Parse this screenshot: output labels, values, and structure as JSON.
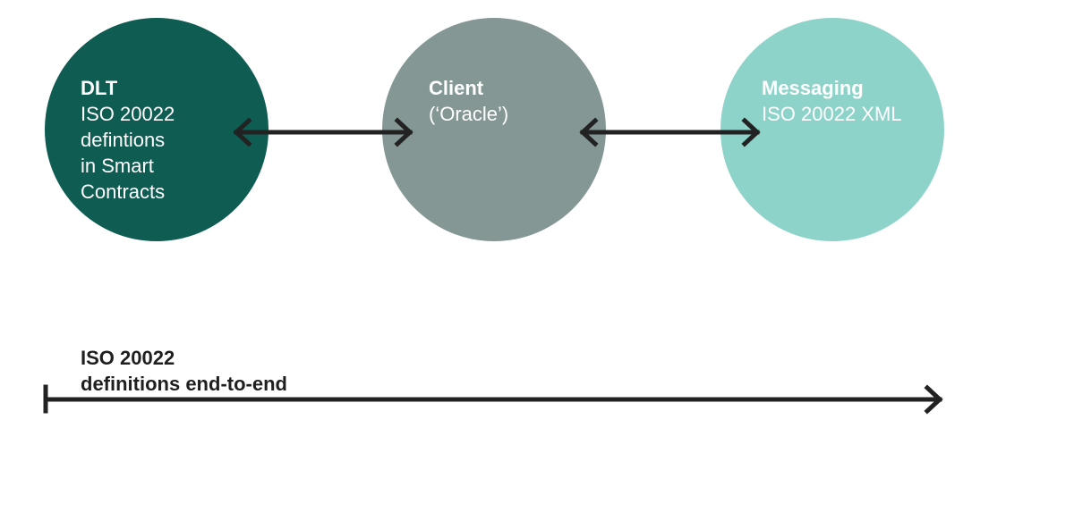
{
  "nodes": [
    {
      "heading": "DLT",
      "lines": [
        "ISO 20022",
        "defintions",
        "in Smart",
        "Contracts"
      ],
      "color": "#0e5c52"
    },
    {
      "heading": "Client",
      "lines": [
        "(‘Oracle’)"
      ],
      "color": "#849795"
    },
    {
      "heading": "Messaging",
      "lines": [
        "ISO 20022 XML"
      ],
      "color": "#8ed3c9"
    }
  ],
  "timeline": {
    "lines": [
      "ISO 20022",
      "definitions end-to-end"
    ]
  },
  "colors": {
    "arrow": "#222222",
    "text_on_circle": "#ffffff",
    "label_text": "#1f1f1f"
  }
}
